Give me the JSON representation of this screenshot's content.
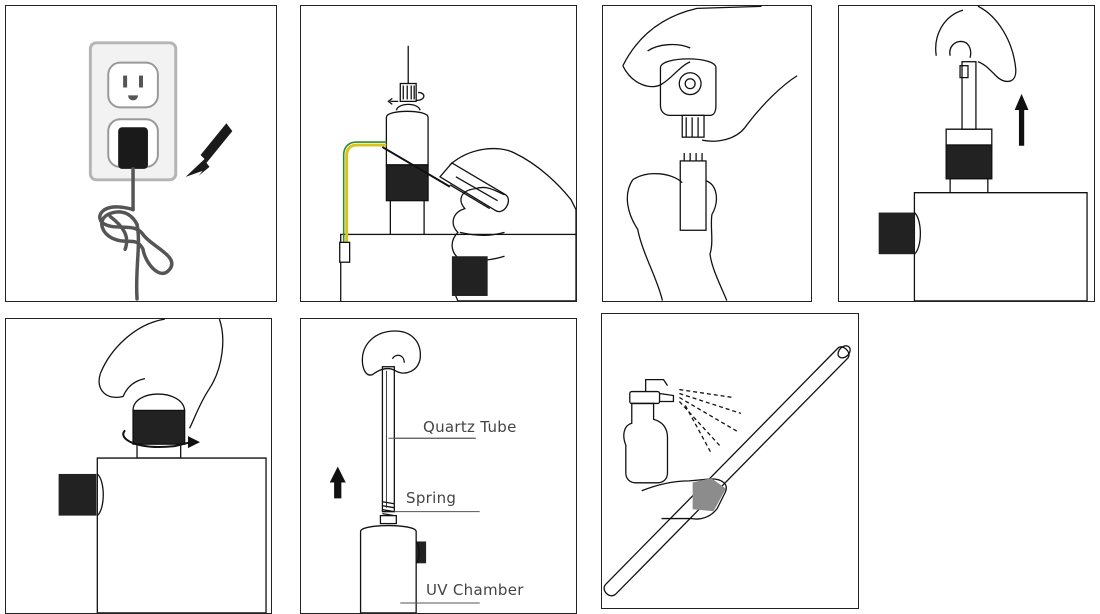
{
  "labels": {
    "quartz_tube": "Quartz Tube",
    "spring": "Spring",
    "uv_chamber": "UV Chamber"
  },
  "colors": {
    "outline": "#111111",
    "plug": "#1a1a1a",
    "cord": "#555555",
    "outlet_plate": "#f2f2f2",
    "outlet_border": "#b5b5b5",
    "ground_wire_yellow": "#d9c51a",
    "ground_wire_green": "#2e8b2e",
    "glove": "#8c8c8c"
  },
  "icons": [
    "wall-outlet-icon",
    "unplug-arrow-icon",
    "screwdriver-icon",
    "hand-icon",
    "lamp-connector-icon",
    "up-arrow-icon",
    "rotate-arrow-icon",
    "spray-bottle-icon",
    "quartz-tube-icon"
  ]
}
